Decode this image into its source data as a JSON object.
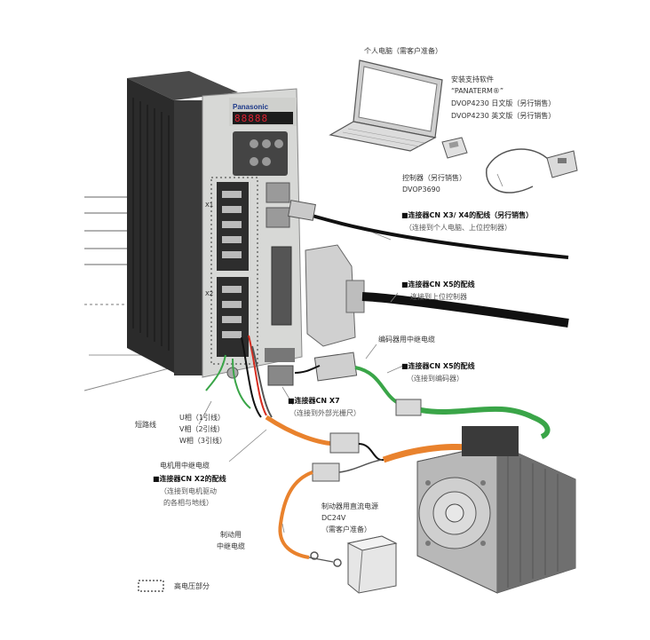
{
  "colors": {
    "background": "#ffffff",
    "drive_body": "#2b2b2b",
    "drive_face": "#d7d8d6",
    "cable_black": "#111111",
    "cable_orange": "#e9822d",
    "cable_green": "#3aa548",
    "cable_red": "#d62c1f",
    "motor": "#9b9b9b",
    "hv_box_border": "#333333"
  },
  "drive": {
    "brand": "Panasonic",
    "display": "88888",
    "connector_x1": "X1",
    "connector_x2": "X2"
  },
  "labels": {
    "pc": "个人电脑（需客户准备）",
    "software_title": "安装支持软件",
    "software_name": "“PANATERM®”",
    "software_jp": "DVOP4230  日文版（另行销售）",
    "software_en": "DVOP4230  英文版（另行销售）",
    "controller_name": "控制器（另行销售）",
    "controller_code": "DVOP3690",
    "cnx3x4_title": "■连接器CN X3/ X4的配线（另行销售）",
    "cnx3x4_sub": "（连接到个人电脑、上位控制器）",
    "cnx5_top_title": "■连接器CN X5的配线",
    "cnx5_top_sub": "连接到上位控制器",
    "encoder_relay": "编码器用中继电缆",
    "cnx5_enc_title": "■连接器CN X5的配线",
    "cnx5_enc_sub": "（连接到编码器）",
    "cnx7_title": "■连接器CN X7",
    "cnx7_sub": "（连接到外部光栅尺）",
    "short_wire": "短路线",
    "phase_u": "U相（1引线）",
    "phase_v": "V相（2引线）",
    "phase_w": "W相（3引线）",
    "motor_relay": "电机用中继电缆",
    "cnx2_title": "■连接器CN X2的配线",
    "cnx2_sub1": "（连接到电机驱动",
    "cnx2_sub2": "的各相与地线）",
    "brake_power1": "制动器用直流电源",
    "brake_power2": "DC24V",
    "brake_power3": "（需客户准备）",
    "brake_relay1": "制动用",
    "brake_relay2": "中继电缆",
    "hv_legend": "高电压部分"
  }
}
